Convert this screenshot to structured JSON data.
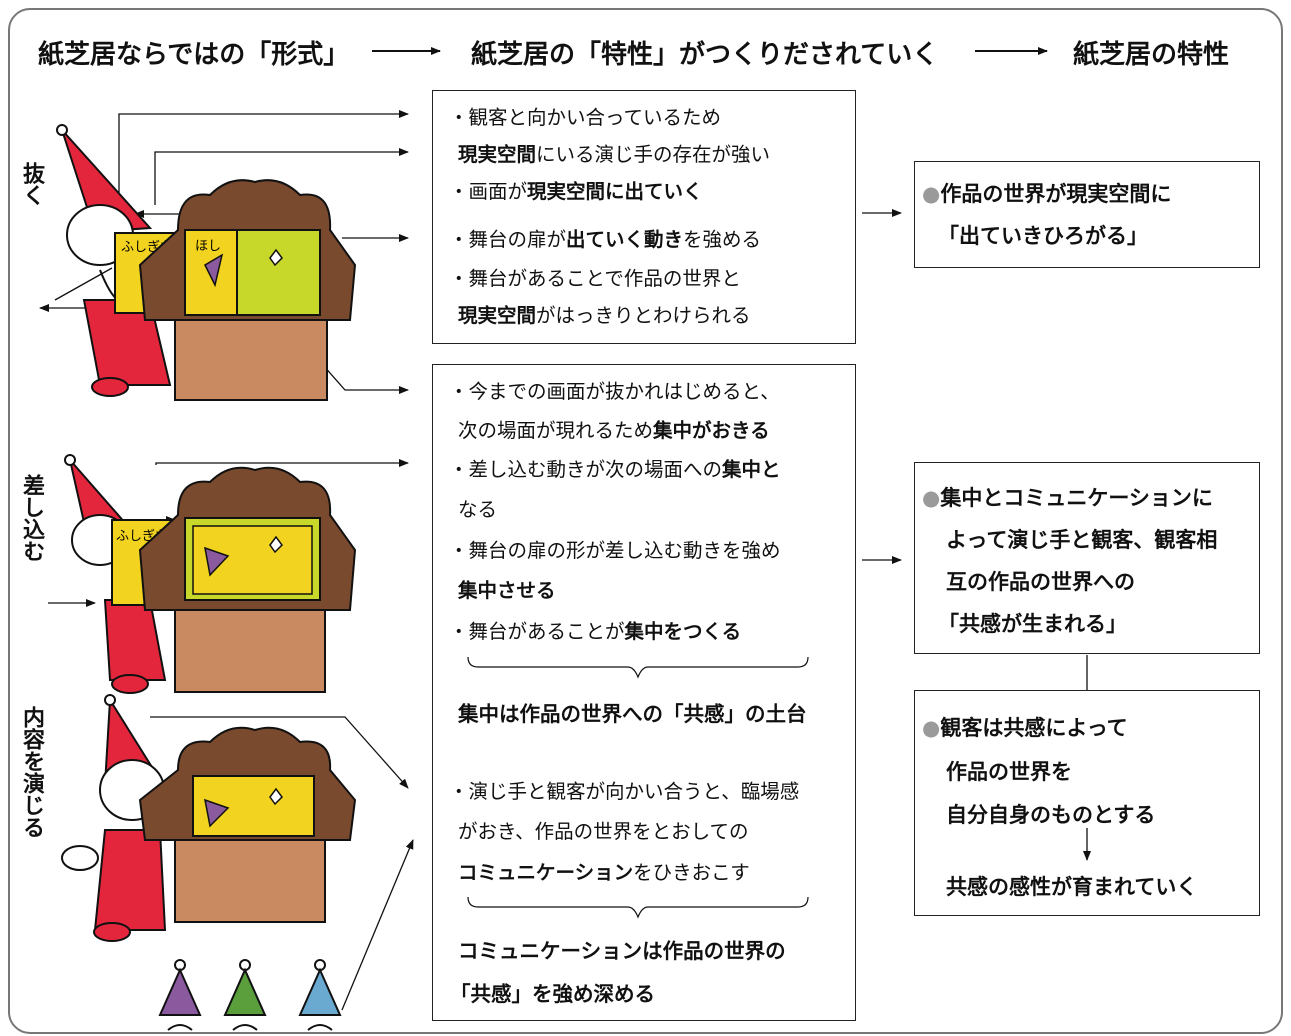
{
  "header": {
    "form": "紙芝居ならではの「形式」",
    "characteristics_created": "紙芝居の「特性」がつくりだされていく",
    "characteristics": "紙芝居の特性"
  },
  "side_labels": {
    "nuku": "抜く",
    "sashikomu": "差し込む",
    "naiyou": "内容を演じる"
  },
  "illustration_text": {
    "card_left": "ふしぎな",
    "card_right": "ほし",
    "card_lower": "ふしぎな"
  },
  "box1": {
    "l1": "・観客と向かい合っているため",
    "l2a": "現実空間",
    "l2b": "にいる演じ手の存在が強い",
    "l3a": "・画面が",
    "l3b": "現実空間に出ていく",
    "l4a": "・舞台の扉が",
    "l4b": "出ていく動き",
    "l4c": "を強める",
    "l5": "・舞台があることで作品の世界と",
    "l6a": "現実空間",
    "l6b": "がはっきりとわけられる"
  },
  "box2": {
    "l1": "・今までの画面が抜かれはじめると、",
    "l2a": "次の場面が現れるため",
    "l2b": "集中がおきる",
    "l3a": "・差し込む動きが次の場面への",
    "l3b": "集中と",
    "l4": "なる",
    "l5": "・舞台の扉の形が差し込む動きを強め",
    "l6": "集中させる",
    "l7a": "・舞台があることが",
    "l7b": "集中をつくる",
    "summary1": "集中は作品の世界への「共感」の土台",
    "l8": "・演じ手と観客が向かい合うと、臨場感",
    "l9": "がおき、作品の世界をとおしての",
    "l10a": "コミュニケーション",
    "l10b": "をひきおこす",
    "summary2a": "コミュニケーションは作品の世界の",
    "summary2b": "「共感」を強め深める"
  },
  "right1": {
    "l1": "作品の世界が現実空間に",
    "l2": "「出ていきひろがる」"
  },
  "right2": {
    "l1": "集中とコミュニケーションに",
    "l2": "よって演じ手と観客、観客相",
    "l3": "互の作品の世界への",
    "l4": "「共感が生まれる」"
  },
  "right3": {
    "l1": "観客は共感によって",
    "l2": "作品の世界を",
    "l3": "自分自身のものとする",
    "l4": "共感の感性が育まれていく"
  },
  "colors": {
    "frame": "#777777",
    "gnome_red": "#e3263c",
    "stage_brown": "#7a4a2e",
    "stand": "#c98a62",
    "card_yellow": "#f2d31f",
    "card_green": "#c7d82a",
    "purple": "#8b5a9e",
    "green": "#5b9e3c",
    "blue": "#6aaad1",
    "bullet": "#9a9a9a"
  }
}
